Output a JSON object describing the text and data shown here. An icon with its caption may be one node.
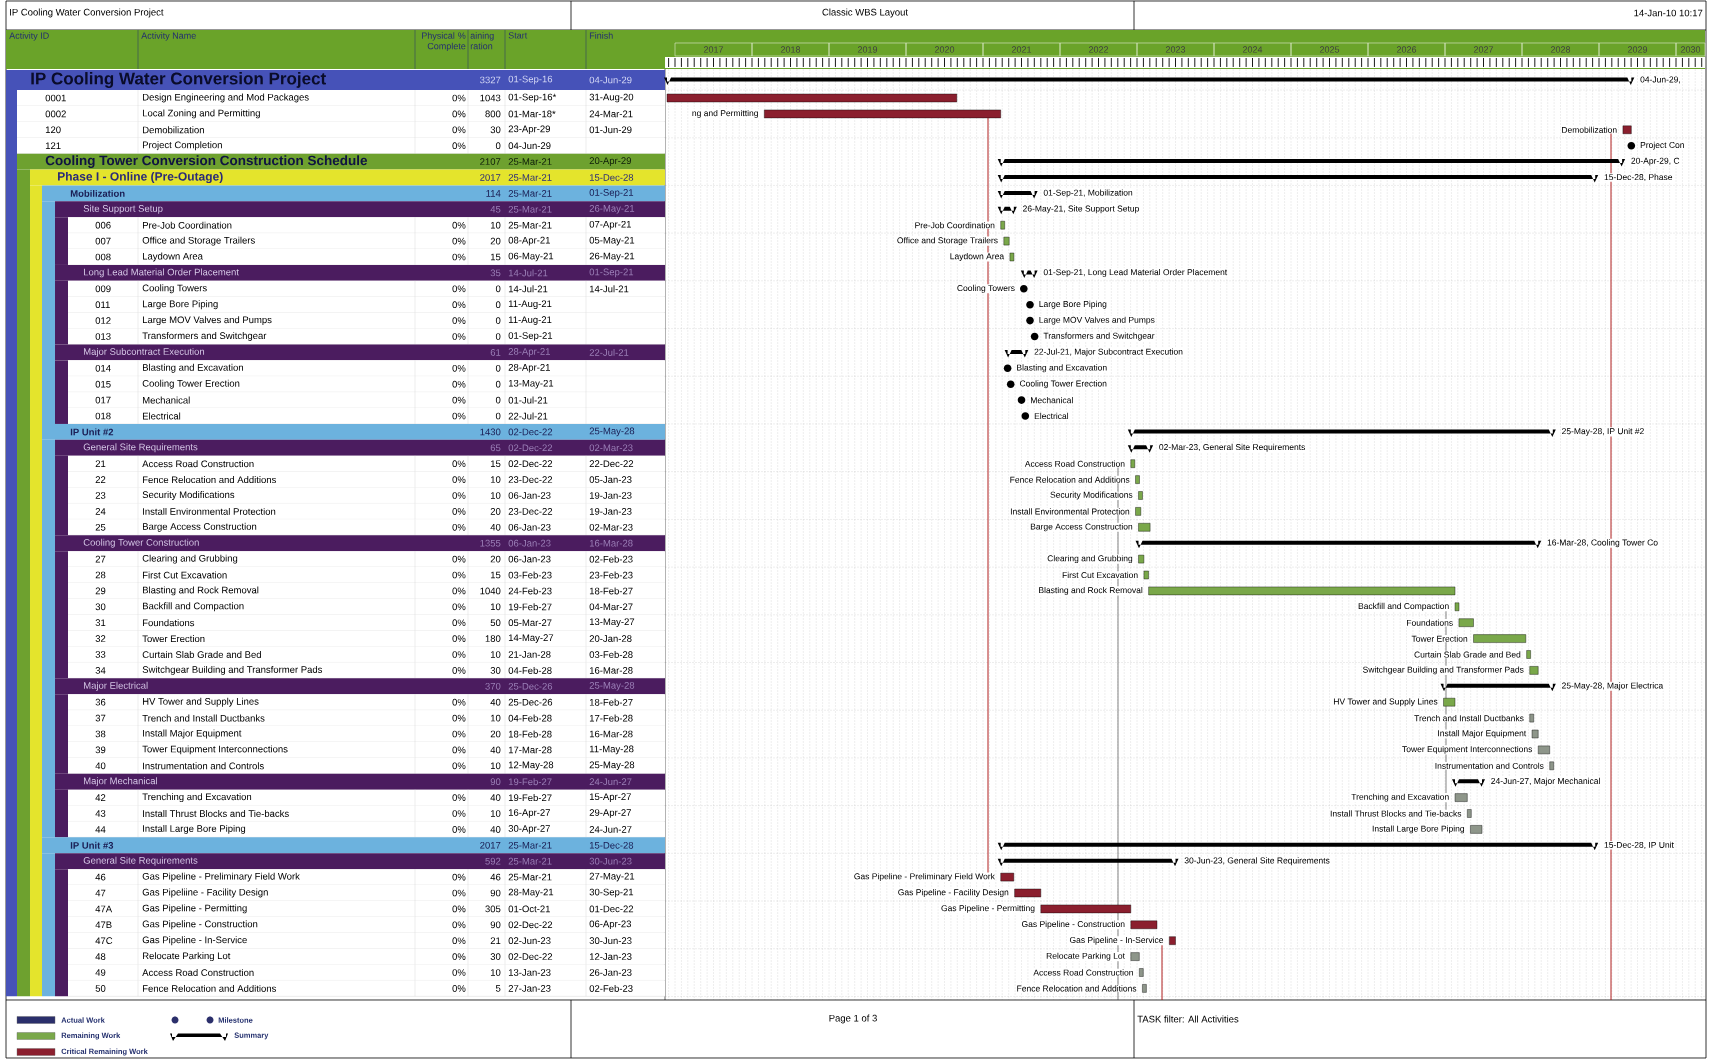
{
  "diagram": {
    "title": "IP Cooling Water Conversion Project",
    "labels": [
      "Classic WBS Layout",
      "14-Jan-10 10:17",
      "Activity ID",
      "Activity Name",
      "Physical % Complete",
      "aining ration",
      "Start",
      "Finish",
      "2017",
      "2018",
      "2019",
      "2020",
      "2021",
      "2022",
      "2023",
      "2024",
      "2025",
      "2026",
      "2027",
      "2028",
      "2029",
      "2030",
      "IP Cooling Water Conversion Project",
      "3327",
      "01-Sep-16",
      "04-Jun-29",
      "0001",
      "Design Engineering and Mod Packages",
      "0%",
      "1043",
      "01-Sep-16*",
      "31-Aug-20",
      "0002",
      "Local Zoning and Permitting",
      "0%",
      "800",
      "01-Mar-18*",
      "24-Mar-21",
      "120",
      "Demobilization",
      "0%",
      "30",
      "23-Apr-29",
      "01-Jun-29",
      "121",
      "Project Completion",
      "0%",
      "0",
      "04-Jun-29",
      "Cooling Tower Conversion Construction Schedule",
      "2107",
      "25-Mar-21",
      "20-Apr-29",
      "Phase I - Online (Pre-Outage)",
      "2017",
      "25-Mar-21",
      "15-Dec-28",
      "Mobilization",
      "114",
      "25-Mar-21",
      "01-Sep-21",
      "Site Support Setup",
      "45",
      "25-Mar-21",
      "26-May-21",
      "006",
      "Pre-Job Coordination",
      "0%",
      "10",
      "25-Mar-21",
      "07-Apr-21",
      "007",
      "Office and Storage Trailers",
      "0%",
      "20",
      "08-Apr-21",
      "05-May-21",
      "008",
      "Laydown Area",
      "0%",
      "15",
      "06-May-21",
      "26-May-21",
      "Long Lead Material Order Placement",
      "35",
      "14-Jul-21",
      "01-Sep-21",
      "009",
      "Cooling Towers",
      "0%",
      "0",
      "14-Jul-21",
      "14-Jul-21",
      "011",
      "Large Bore Piping",
      "0%",
      "0",
      "11-Aug-21",
      "012",
      "Large MOV Valves and Pumps",
      "0%",
      "0",
      "11-Aug-21",
      "013",
      "Transformers and Switchgear",
      "0%",
      "0",
      "01-Sep-21",
      "Major Subcontract Execution",
      "61",
      "28-Apr-21",
      "22-Jul-21",
      "014",
      "Blasting and Excavation",
      "0%",
      "0",
      "28-Apr-21",
      "015",
      "Cooling Tower Erection",
      "0%",
      "0",
      "13-May-21",
      "017",
      "Mechanical",
      "0%",
      "0",
      "01-Jul-21",
      "018",
      "Electrical",
      "0%",
      "0",
      "22-Jul-21",
      "IP Unit #2",
      "1430",
      "02-Dec-22",
      "25-May-28",
      "General Site Requirements",
      "65",
      "02-Dec-22",
      "02-Mar-23",
      "21",
      "Access Road Construction",
      "0%",
      "15",
      "02-Dec-22",
      "22-Dec-22",
      "22",
      "Fence Relocation and Additions",
      "0%",
      "10",
      "23-Dec-22",
      "05-Jan-23",
      "23",
      "Security Modifications",
      "0%",
      "10",
      "06-Jan-23",
      "19-Jan-23",
      "24",
      "Install Environmental Protection",
      "0%",
      "20",
      "23-Dec-22",
      "19-Jan-23",
      "25",
      "Barge Access Construction",
      "0%",
      "40",
      "06-Jan-23",
      "02-Mar-23",
      "Cooling Tower Construction",
      "1355",
      "06-Jan-23",
      "16-Mar-28",
      "27",
      "Clearing and Grubbing",
      "0%",
      "20",
      "06-Jan-23",
      "02-Feb-23",
      "28",
      "First Cut Excavation",
      "0%",
      "15",
      "03-Feb-23",
      "23-Feb-23",
      "29",
      "Blasting and Rock Removal",
      "0%",
      "1040",
      "24-Feb-23",
      "18-Feb-27",
      "30",
      "Backfill and Compaction",
      "0%",
      "10",
      "19-Feb-27",
      "04-Mar-27",
      "31",
      "Foundations",
      "0%",
      "50",
      "05-Mar-27",
      "13-May-27",
      "32",
      "Tower Erection",
      "0%",
      "180",
      "14-May-27",
      "20-Jan-28",
      "33",
      "Curtain Slab Grade and Bed",
      "0%",
      "10",
      "21-Jan-28",
      "03-Feb-28",
      "34",
      "Switchgear Building and Transformer Pads",
      "0%",
      "30",
      "04-Feb-28",
      "16-Mar-28",
      "Major Electrical",
      "370",
      "25-Dec-26",
      "25-May-28",
      "36",
      "HV Tower and Supply Lines",
      "0%",
      "40",
      "25-Dec-26",
      "18-Feb-27",
      "37",
      "Trench and Install Ductbanks",
      "0%",
      "10",
      "04-Feb-28",
      "17-Feb-28",
      "38",
      "Install Major Equipment",
      "0%",
      "20",
      "18-Feb-28",
      "16-Mar-28",
      "39",
      "Tower Equipment Interconnections",
      "0%",
      "40",
      "17-Mar-28",
      "11-May-28",
      "40",
      "Instrumentation and Controls",
      "0%",
      "10",
      "12-May-28",
      "25-May-28",
      "Major Mechanical",
      "90",
      "19-Feb-27",
      "24-Jun-27",
      "42",
      "Trenching and Excavation",
      "0%",
      "40",
      "19-Feb-27",
      "15-Apr-27",
      "43",
      "Install Thrust Blocks and Tie-backs",
      "0%",
      "10",
      "16-Apr-27",
      "29-Apr-27",
      "44",
      "Install Large Bore Piping",
      "0%",
      "40",
      "30-Apr-27",
      "24-Jun-27",
      "IP Unit #3",
      "2017",
      "25-Mar-21",
      "15-Dec-28",
      "General Site Requirements",
      "592",
      "25-Mar-21",
      "30-Jun-23",
      "46",
      "Gas Pipeline - Preliminary Field Work",
      "0%",
      "46",
      "25-Mar-21",
      "27-May-21",
      "47",
      "Gas Pipeliine - Facility Design",
      "0%",
      "90",
      "28-May-21",
      "30-Sep-21",
      "47A",
      "Gas Pipeline - Permitting",
      "0%",
      "305",
      "01-Oct-21",
      "01-Dec-22",
      "47B",
      "Gas Pipeline - Construction",
      "0%",
      "90",
      "02-Dec-22",
      "06-Apr-23",
      "47C",
      "Gas Pipeline - In-Service",
      "0%",
      "21",
      "02-Jun-23",
      "30-Jun-23",
      "48",
      "Relocate Parking Lot",
      "0%",
      "30",
      "02-Dec-22",
      "12-Jan-23",
      "49",
      "Access Road Construction",
      "0%",
      "10",
      "13-Jan-23",
      "26-Jan-23",
      "50",
      "Fence Relocation and Additions",
      "0%",
      "5",
      "27-Jan-23",
      "02-Feb-23",
      "04-Jun-29,",
      "ng and Permitting",
      "Demobilization",
      "Project Con",
      "20-Apr-29, C",
      "15-Dec-28, Phase",
      "01-Sep-21, Mobilization",
      "26-May-21, Site Support Setup",
      "Pre-Job Coordination",
      "Office and Storage Trailers",
      "Laydown Area",
      "01-Sep-21, Long Lead Material Order Placement",
      "Cooling Towers",
      "Large Bore Piping",
      "Large MOV Valves and Pumps",
      "Transformers and Switchgear",
      "22-Jul-21, Major Subcontract Execution",
      "Blasting and Excavation",
      "Cooling Tower Erection",
      "Mechanical",
      "Electrical",
      "25-May-28, IP Unit #2",
      "02-Mar-23, General Site Requirements",
      "Access Road Construction",
      "Fence Relocation and Additions",
      "Security Modifications",
      "Install Environmental Protection",
      "Barge Access Construction",
      "16-Mar-28, Cooling Tower Co",
      "Clearing and Grubbing",
      "First Cut Excavation",
      "Blasting and Rock Removal",
      "Backfill and Compaction",
      "Foundations",
      "Tower Erection",
      "Curtain Slab Grade and Bed",
      "Switchgear Building and Transformer Pads",
      "25-May-28, Major Electrica",
      "HV Tower and Supply Lines",
      "Trench and Install Ductbanks",
      "Install Major Equipment",
      "Tower Equipment Interconnections",
      "Instrumentation and Controls",
      "24-Jun-27, Major Mechanical",
      "Trenching and Excavation",
      "Install Thrust Blocks and Tie-backs",
      "Install Large Bore Piping",
      "15-Dec-28, IP Unit",
      "30-Jun-23, General Site Requirements",
      "Gas Pipeline - Preliminary Field Work",
      "Gas Pipeline - Facility Design",
      "Gas Pipeline - Permitting",
      "Gas Pipeline - Construction",
      "Gas Pipeline - In-Service",
      "Relocate Parking Lot",
      "Access Road Construction",
      "Fence Relocation and Additions",
      "Page 1 of 3",
      "TASK filter: All Activities"
    ],
    "legend": [
      {
        "text": "Actual Work",
        "color": "#2b2f6b"
      },
      {
        "text": "Remaining Work",
        "color": "#7aa84a"
      },
      {
        "text": "Critical Remaining Work",
        "color": "#8b1f2e"
      },
      {
        "text": "Milestone"
      },
      {
        "text": "Summary"
      }
    ]
  }
}
